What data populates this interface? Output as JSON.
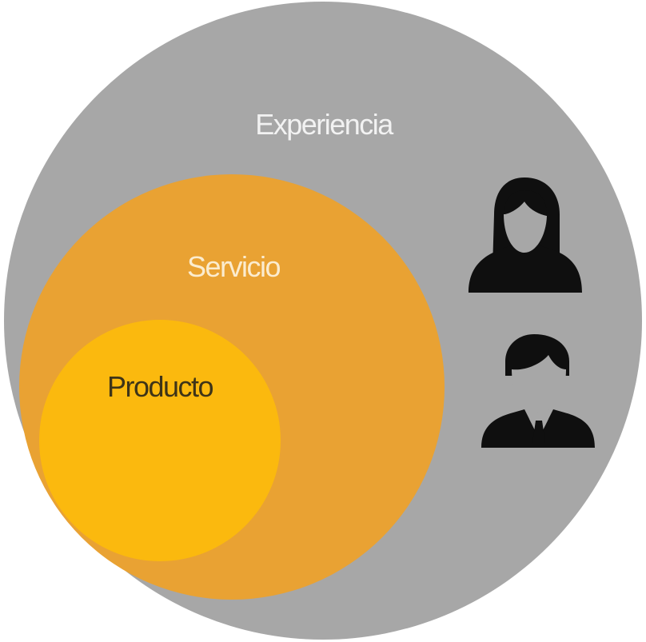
{
  "labels": {
    "outer": "Experiencia",
    "middle": "Servicio",
    "inner": "Producto"
  },
  "colors": {
    "outer": "#a7a7a7",
    "middle": "#e9a233",
    "inner": "#fbb90e",
    "outer_text": "#f2f2f2",
    "middle_text": "#fbeccf",
    "inner_text": "#3e3418",
    "icon": "#0f0f0f"
  },
  "icons": [
    "woman-user-icon",
    "man-user-icon"
  ]
}
